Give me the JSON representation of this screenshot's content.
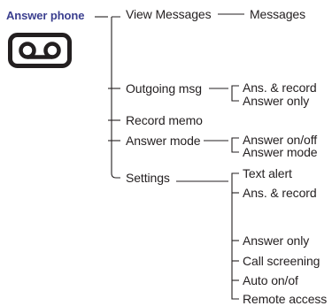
{
  "title": "Answer phone",
  "icon": "voicemail-icon",
  "level1": {
    "view_messages": "View Messages",
    "outgoing_msg": "Outgoing msg",
    "record_memo": "Record memo",
    "answer_mode": "Answer mode",
    "settings": "Settings"
  },
  "level2": {
    "messages": "Messages",
    "ans_record_1": "Ans. & record",
    "answer_only_1": "Answer only",
    "answer_on_off": "Answer on/off",
    "answer_mode": "Answer mode",
    "text_alert": "Text alert",
    "ans_record_2": "Ans. & record",
    "answer_only_2": "Answer only",
    "call_screening": "Call screening",
    "auto_on_of": "Auto on/of",
    "remote_access": "Remote access"
  }
}
